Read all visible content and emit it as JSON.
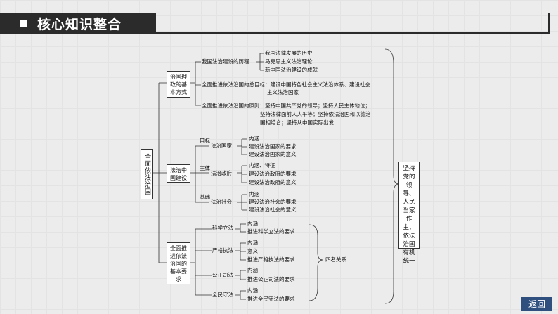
{
  "header": {
    "title": "核心知识整合"
  },
  "nav": {
    "return_label": "返回"
  },
  "diagram": {
    "root": "全面依法治国",
    "right_summary": "坚持党的领导、人民当家作主、依法治国有机统一",
    "branch1": {
      "label_lines": [
        "治国理",
        "政的基",
        "本方式"
      ],
      "history_title": "我国法治建设的历程",
      "history_items": [
        "我国法律发展的历史",
        "马克思主义法治理论",
        "新中国法治建设的成就"
      ],
      "goal_lines": [
        "全面推进依法治国的总目标：建设中国特色社会主义法治体系、建设社会",
        "主义法治国家"
      ],
      "principle_lines": [
        "全面推进依法治国的原则：坚持中国共产党的领导；坚持人民主体地位；",
        "坚持法律面前人人平等；坚持依法治国和以德治",
        "国相结合；坚持从中国实际出发"
      ]
    },
    "branch2": {
      "label_lines": [
        "法治中",
        "国建设"
      ],
      "subs": [
        {
          "tag": "目标",
          "name": "法治国家",
          "items": [
            "内涵",
            "建设法治国家的要求",
            "建设法治国家的意义"
          ]
        },
        {
          "tag": "主体",
          "name": "法治政府",
          "items": [
            "内涵、特征",
            "建设法治政府的要求",
            "建设法治政府的意义"
          ]
        },
        {
          "tag": "基础",
          "name": "法治社会",
          "items": [
            "内涵",
            "建设法治社会的要求",
            "建设法治社会的意义"
          ]
        }
      ]
    },
    "branch3": {
      "label_lines": [
        "全面推",
        "进依法",
        "治国的",
        "基本要",
        "求"
      ],
      "subs": [
        {
          "name": "科学立法",
          "items": [
            "内涵",
            "推进科学立法的要求"
          ]
        },
        {
          "name": "严格执法",
          "items": [
            "内涵",
            "意义",
            "推进严格执法的要求"
          ]
        },
        {
          "name": "公正司法",
          "items": [
            "内涵",
            "推进公正司法的要求"
          ]
        },
        {
          "name": "全民守法",
          "items": [
            "内涵",
            "推进全民守法的要求"
          ]
        }
      ],
      "relation": "四者关系"
    }
  }
}
